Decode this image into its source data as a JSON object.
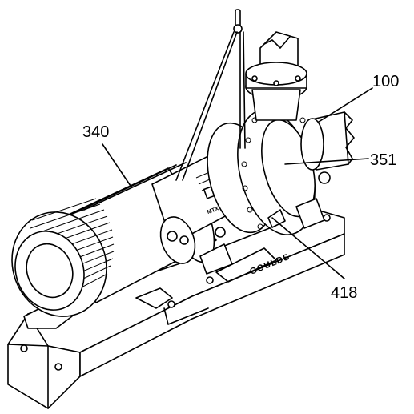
{
  "callouts": {
    "label_100": "100",
    "label_340": "340",
    "label_351": "351",
    "label_418": "418"
  },
  "markings": {
    "brand": "GOULDS",
    "model": "MTX"
  },
  "colors": {
    "line": "#000000",
    "background": "#ffffff"
  }
}
